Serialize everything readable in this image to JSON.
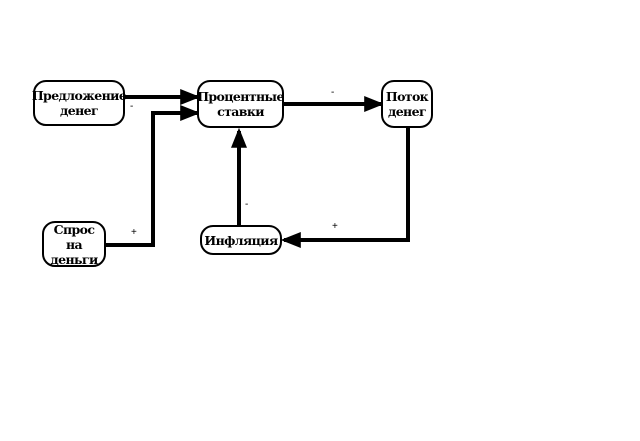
{
  "nodes": {
    "money_supply": "Предложение денег",
    "interest_rates": "Процентные ставки",
    "money_flow": "Поток денег",
    "money_demand": "Спрос на деньги",
    "inflation": "Инфляция"
  },
  "signs": {
    "supply_to_rates": "-",
    "rates_to_flow": "-",
    "demand_to_rates": "+",
    "flow_to_inflation": "+",
    "inflation_to_rates": "-"
  },
  "colors": {
    "line": "#000000",
    "background": "#ffffff"
  }
}
